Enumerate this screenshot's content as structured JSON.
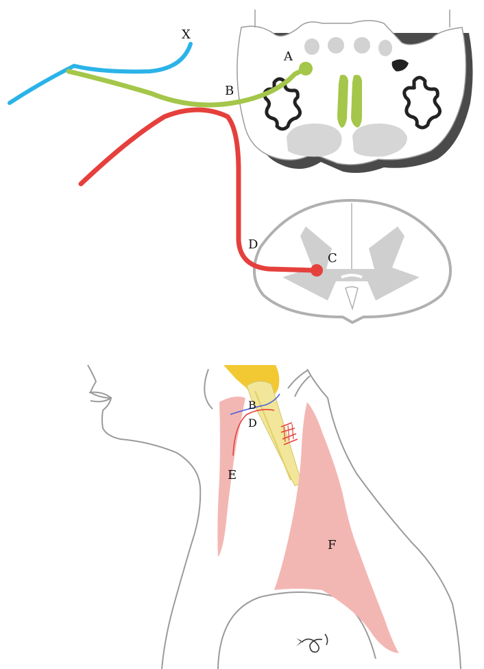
{
  "labels": {
    "x": "X",
    "a": "A",
    "b": "B",
    "c": "C",
    "d": "D",
    "e": "E",
    "f": "F",
    "b_neck": "B",
    "d_neck": "D"
  },
  "colors": {
    "blue_nerve": "#2bb3e8",
    "green_nerve": "#a4c64a",
    "red_nerve": "#e5403c",
    "muscle": "#f3b7b3",
    "spinal_tract": "#f2e69a",
    "brainstem_yellow": "#f2c933",
    "outline": "#9a9a9a",
    "grey_matter": "#cfcfcf",
    "shadow": "#4a4a4a"
  },
  "icons": {
    "signature": "artist-signature-icon"
  }
}
